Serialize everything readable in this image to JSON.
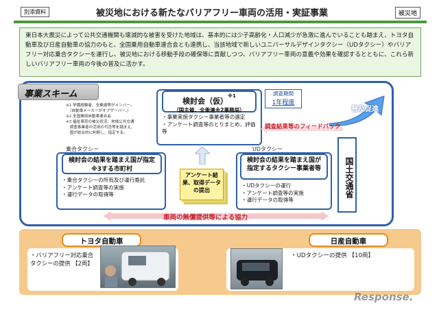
{
  "header": {
    "left_tag": "別添資料",
    "title": "被災地における新たなバリアフリー車両の活用・実証事業",
    "right_tag": "被災地"
  },
  "intro": {
    "text": "東日本大震災によって公共交通機関も壊滅的な被害を受けた地域は、基本的には少子高齢化・人口減少が急激に進んでいることも踏まえ、トヨタ自動車及び日産自動車の協力のもと、全国乗用自動車連合会とも連携し、当該地域で新しいユニバーサルデザインタクシー（UDタクシー）やバリアフリー対応乗合タクシーを運行し、被災地における移動手段の確保等に貢献しつつ、バリアフリー車両の意義や効果を確認するとともに、これら新しいバリアフリー車両の今後の普及に活かす。"
  },
  "scheme": {
    "tab_label": "事業スキーム",
    "notes": [
      "※1 学識経験者、全乗連等がメンバー。",
      "　（自動車メーカーがオブザーバー。）",
      "※2 全国乗用自動車連合会",
      "※3 福祉車両の被災状況、地域公共交通",
      "　調査事業者の活用の可否等を踏まえ、",
      "　国が総合的に判断し、指定する。"
    ],
    "committee": {
      "title": "検討会（仮）",
      "title_mark": "※1",
      "subtitle": "（国主催、全乗連※2事務局）",
      "items": [
        "・事業実施タクシー事業者等の選定",
        "・アンケート調査等のとりまとめ、評価等"
      ]
    },
    "period": {
      "label": "調査期間",
      "value": "1年程度"
    },
    "promotion": "普及促進",
    "feedback": "調査結果等のフィードバック",
    "mlit": "国土交通省",
    "left_group": {
      "label": "乗合タクシー",
      "head": "検討会の結果を踏まえ国が指定※3する市町村",
      "items": [
        "・乗合タクシーの所有及び運行委託",
        "・アンケート調査等の実施",
        "・運行データの取得等"
      ]
    },
    "center_doc": "アンケート結果、取得データの提出",
    "right_group": {
      "label": "UDタクシー",
      "head": "検討会の結果を踏まえ国が指定するタクシー事業者等",
      "items": [
        "・UDタクシーの運行",
        "・アンケート調査等の実施",
        "・運行データの取得等"
      ]
    },
    "cooperation": "車両の無償提供等による協力"
  },
  "companies": {
    "toyota": {
      "name": "トヨタ自動車",
      "detail": "・バリアフリー対応乗合タクシーの提供 【2両】"
    },
    "nissan": {
      "name": "日産自動車",
      "detail": "・UDタクシーの提供 【10両】"
    }
  },
  "watermark": "Response."
}
